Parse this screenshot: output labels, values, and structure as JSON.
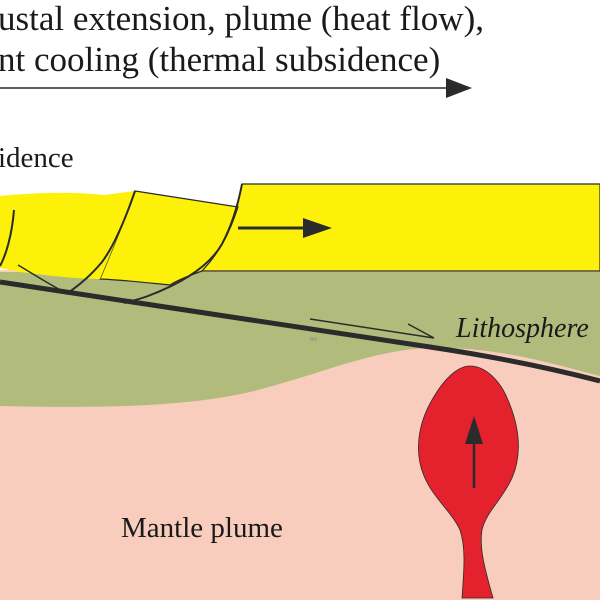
{
  "title": {
    "line1": "ustal extension, plume (heat flow),",
    "line2": "nt cooling (thermal subsidence)"
  },
  "labels": {
    "subsidence": "idence",
    "lithosphere": "Lithosphere",
    "mantle_plume": "Mantle plume",
    "watermark": "BR"
  },
  "colors": {
    "crust_yellow": "#fdf10a",
    "lithosphere_green": "#b1bb7b",
    "mantle_pink": "#f9cdbd",
    "plume_red": "#e3222e",
    "line_dark": "#2b2b2b"
  }
}
